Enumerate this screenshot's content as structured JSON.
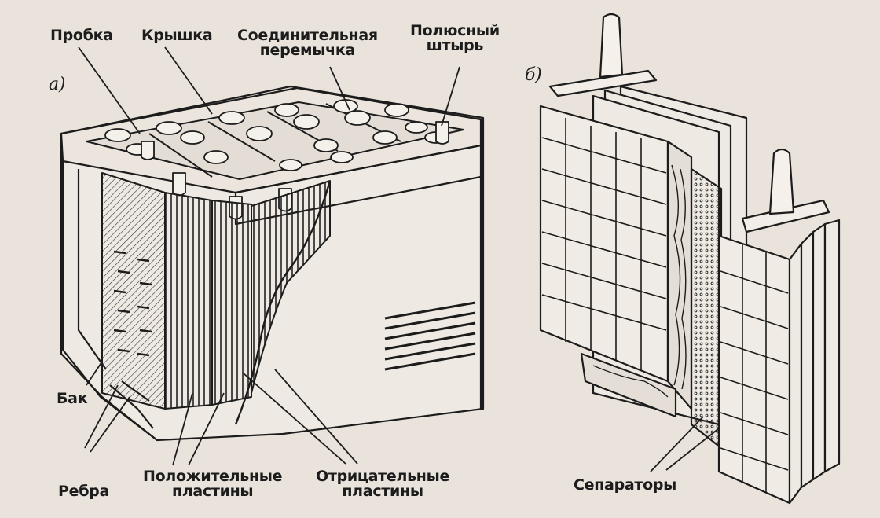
{
  "figure_a": {
    "letter": "a)",
    "labels": {
      "probka": "Пробка",
      "kryshka": "Крышка",
      "peremychka": "Соединительная\nперемычка",
      "shtyr": "Полюсный\nштырь",
      "bak": "Бак",
      "rebra": "Ребра",
      "pos_plates": "Положительные\nпластины",
      "neg_plates": "Отрицательные\nпластины"
    }
  },
  "figure_b": {
    "letter": "б)",
    "labels": {
      "separatory": "Сепараторы"
    }
  },
  "colors": {
    "paper": "#e9e3dc",
    "ink": "#1c1c1c"
  }
}
